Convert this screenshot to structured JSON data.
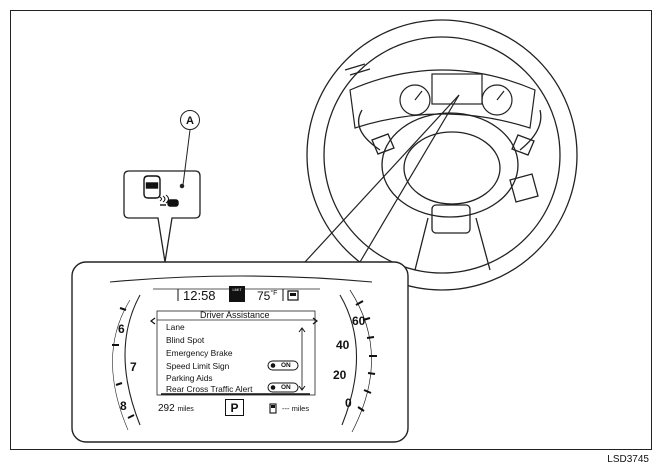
{
  "callout": {
    "label": "A"
  },
  "cluster": {
    "clock": "12:58",
    "temperature": "75",
    "temperature_unit": "°F",
    "limit_badge": "LIMIT",
    "menu_title": "Driver Assistance",
    "menu_items": [
      {
        "label": "Lane",
        "status": ""
      },
      {
        "label": "Blind Spot",
        "status": ""
      },
      {
        "label": "Emergency Brake",
        "status": ""
      },
      {
        "label": "Speed Limit Sign",
        "status": "ON"
      },
      {
        "label": "Parking Aids",
        "status": ""
      },
      {
        "label": "Rear Cross Traffic Alert",
        "status": "ON"
      }
    ],
    "range_value": "292",
    "range_unit": "miles",
    "gear": "P",
    "fuel_range": "---",
    "fuel_unit": "miles",
    "tach_ticks": [
      "6",
      "7",
      "8"
    ],
    "speed_ticks": [
      "60",
      "40",
      "20",
      "0"
    ]
  },
  "figure_code": "LSD3745"
}
